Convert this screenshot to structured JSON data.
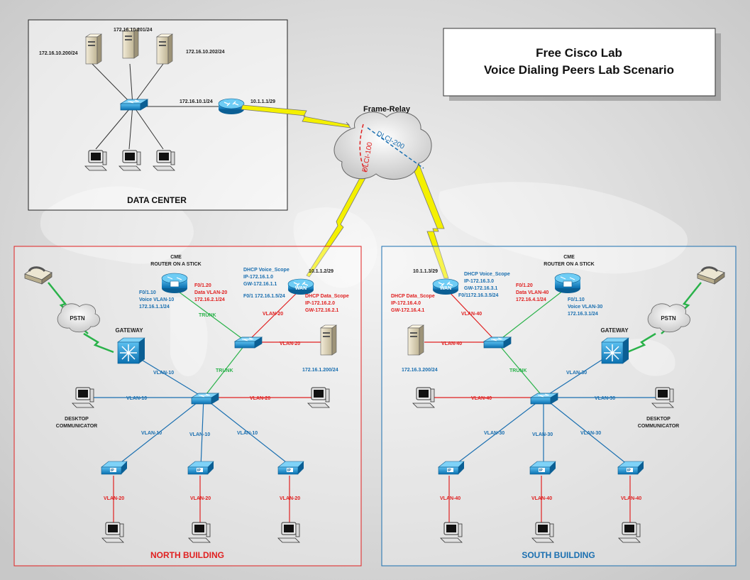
{
  "title": {
    "line1": "Free Cisco Lab",
    "line2": "Voice Dialing Peers Lab Scenario"
  },
  "datacenter": {
    "name": "DATA CENTER",
    "server_ips": [
      "172.16.10.200/24",
      "172.16.10.201/24",
      "172.16.10.202/24"
    ],
    "switch_ip": "172.16.10.1/24",
    "router_ip": "10.1.1.1/29"
  },
  "wan": {
    "cloud": "Frame-Relay",
    "dlci_north": "DLCI-100",
    "dlci_south": "DLCI-200"
  },
  "north": {
    "name": "NORTH BUILDING",
    "cme_title": "CME",
    "cme_sub": "ROUTER ON A STICK",
    "voice_if": [
      "F0/1.10",
      "Voice VLAN-10",
      "172.16.1.1/24"
    ],
    "data_if": [
      "F0/1.20",
      "Data VLAN-20",
      "172.16.2.1/24"
    ],
    "dhcp_voice": [
      "DHCP Voice_Scope",
      "IP-172.16.1.0",
      "GW-172.16.1.1"
    ],
    "dhcp_data": [
      "DHCP Data_Scope",
      "IP-172.16.2.0",
      "GW-172.16.2.1"
    ],
    "wan_ip": "10.1.1.2/29",
    "wan_if": "F0/1 172.16.1.5/24",
    "wan_label": "WAN",
    "server_ip": "172.16.1.200/24",
    "pstn": "PSTN",
    "gateway": "GATEWAY",
    "desktop": [
      "DESKTOP",
      "COMMUNICATOR"
    ],
    "trunk": "TRUNK",
    "vlan_voice": "VLAN-10",
    "vlan_data": "VLAN-20"
  },
  "south": {
    "name": "SOUTH BUILDING",
    "cme_title": "CME",
    "cme_sub": "ROUTER ON A STICK",
    "voice_if": [
      "F0/1.10",
      "Voice VLAN-30",
      "172.16.3.1/24"
    ],
    "data_if": [
      "F0/1.20",
      "Data VLAN-40",
      "172.16.4.1/24"
    ],
    "dhcp_voice": [
      "DHCP Voice_Scope",
      "IP-172.16.3.0",
      "GW-172.16.3.1"
    ],
    "dhcp_data": [
      "DHCP Data_Scope",
      "IP-172.16.4.0",
      "GW-172.16.4.1"
    ],
    "wan_ip": "10.1.1.3/29",
    "wan_if": "F0/1172.16.3.5/24",
    "wan_label": "WAN",
    "server_ip": "172.16.3.200/24",
    "pstn": "PSTN",
    "gateway": "GATEWAY",
    "desktop": [
      "DESKTOP",
      "COMMUNICATOR"
    ],
    "trunk": "TRUNK",
    "vlan_voice": "VLAN-30",
    "vlan_data": "VLAN-40"
  },
  "colors": {
    "red": "#e02020",
    "blue": "#1a6fb0",
    "green": "#2ab24a",
    "bolt": "#f4f000",
    "device": "#1a8fd0"
  }
}
